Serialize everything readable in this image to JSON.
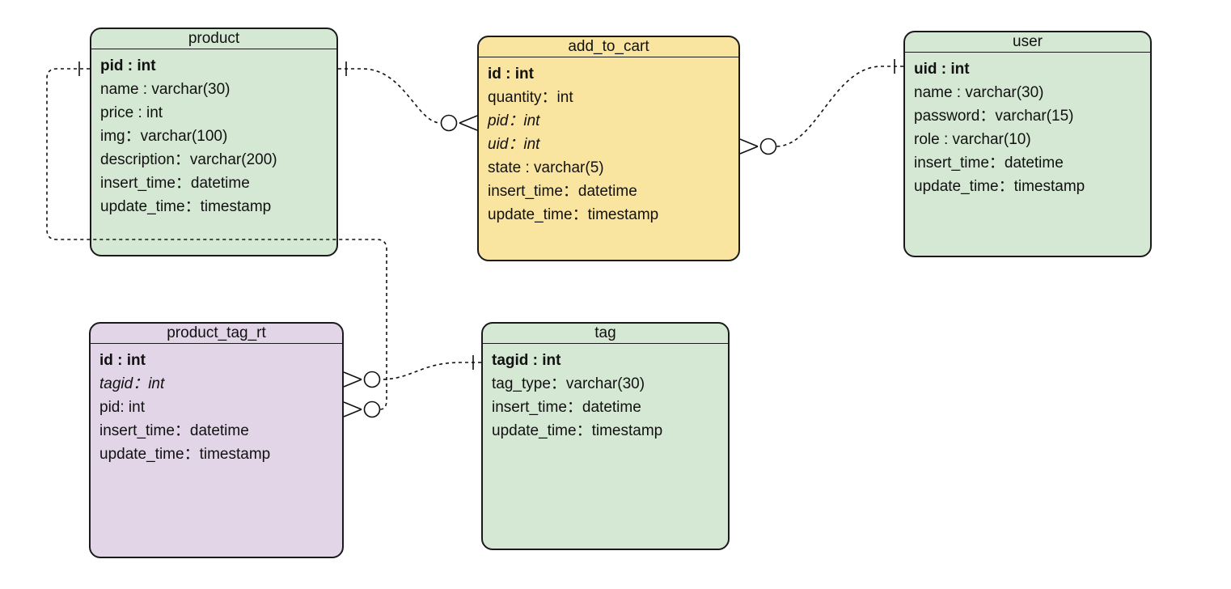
{
  "colors": {
    "green_entity": "#d5e8d4",
    "yellow_entity": "#fae5a0",
    "purple_entity": "#e1d5e7",
    "stroke": "#1a1a1a"
  },
  "entities": {
    "product": {
      "title": "product",
      "attrs": [
        "pid : int",
        "name : varchar(30)",
        "price : int",
        "img：varchar(100)",
        "description：varchar(200)",
        "insert_time：datetime",
        "update_time：timestamp"
      ]
    },
    "add_to_cart": {
      "title": "add_to_cart",
      "attrs": [
        "id : int",
        "quantity：int",
        "pid：int",
        "uid：int",
        "state : varchar(5)",
        "insert_time：datetime",
        "update_time：timestamp"
      ]
    },
    "user": {
      "title": "user",
      "attrs": [
        "uid : int",
        "name : varchar(30)",
        "password：varchar(15)",
        "role : varchar(10)",
        "insert_time：datetime",
        "update_time：timestamp"
      ]
    },
    "product_tag_rt": {
      "title": "product_tag_rt",
      "attrs": [
        "id : int",
        "tagid：int",
        "pid: int",
        "insert_time：datetime",
        "update_time：timestamp"
      ]
    },
    "tag": {
      "title": "tag",
      "attrs": [
        "tagid : int",
        "tag_type：varchar(30)",
        "insert_time：datetime",
        "update_time：timestamp"
      ]
    }
  },
  "relationships": [
    {
      "from": "product",
      "to": "add_to_cart",
      "from_end": "one",
      "to_end": "zero-or-many"
    },
    {
      "from": "user",
      "to": "add_to_cart",
      "from_end": "one",
      "to_end": "zero-or-many"
    },
    {
      "from": "product",
      "to": "product_tag_rt",
      "from_end": "one",
      "to_end": "zero-or-many"
    },
    {
      "from": "tag",
      "to": "product_tag_rt",
      "from_end": "one",
      "to_end": "zero-or-many"
    }
  ]
}
